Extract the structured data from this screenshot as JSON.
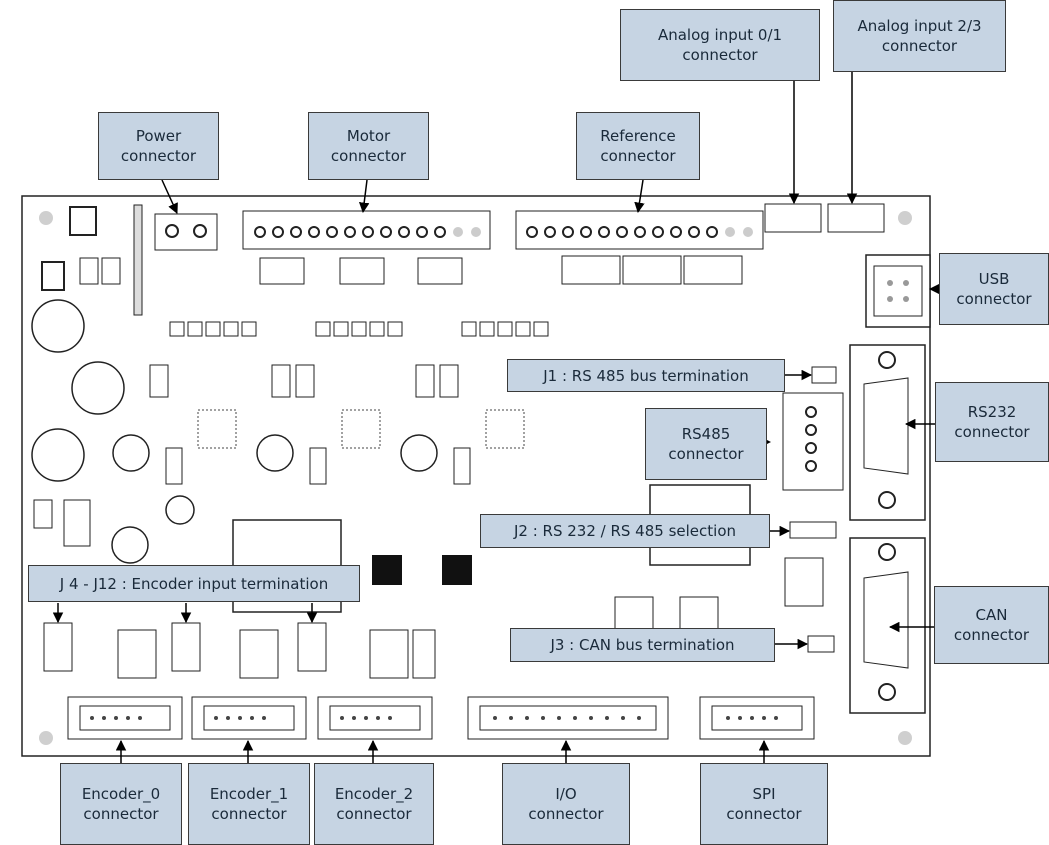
{
  "labels": {
    "power": [
      "Power",
      "connector"
    ],
    "motor": [
      "Motor",
      "connector"
    ],
    "reference": [
      "Reference",
      "connector"
    ],
    "analog01": [
      "Analog input 0/1",
      "connector"
    ],
    "analog23": [
      "Analog input 2/3",
      "connector"
    ],
    "usb": [
      "USB",
      "connector"
    ],
    "rs232": [
      "RS232",
      "connector"
    ],
    "rs485": [
      "RS485",
      "connector"
    ],
    "can": [
      "CAN",
      "connector"
    ],
    "j1": "J1 : RS 485  bus termination",
    "j2": "J2 : RS 232 / RS 485 selection",
    "j3": "J3 :   CAN bus termination",
    "j4": "J 4 - J12 : Encoder input termination",
    "encoder0": [
      "Encoder_0",
      "connector"
    ],
    "encoder1": [
      "Encoder_1",
      "connector"
    ],
    "encoder2": [
      "Encoder_2",
      "connector"
    ],
    "io": [
      "I/O",
      "connector"
    ],
    "spi": [
      "SPI",
      "connector"
    ]
  },
  "colors": {
    "label_fill": "#c6d4e3",
    "label_border": "#3a3a3a",
    "arrow": "#000000"
  }
}
